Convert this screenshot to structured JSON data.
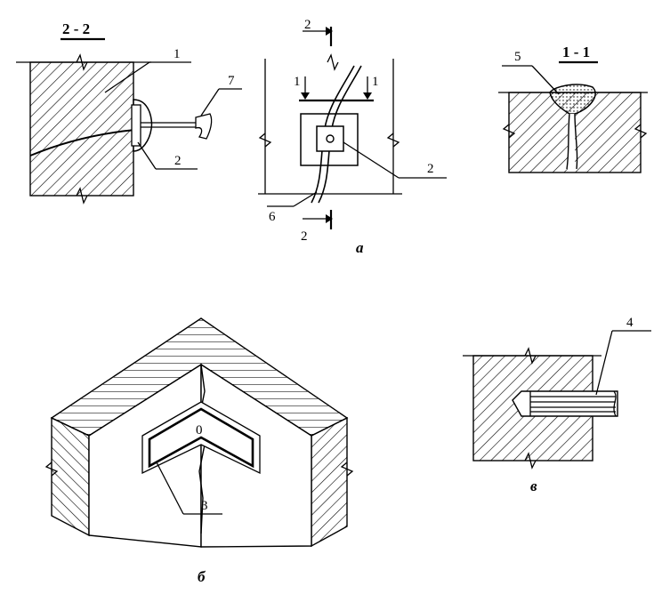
{
  "labels": {
    "sec22_title": "2 - 2",
    "sec11_title": "1 - 1",
    "n1_left": "1",
    "n7": "7",
    "n2_left": "2",
    "n2_top": "2",
    "n2_bottom": "2",
    "n1_a": "1",
    "n1_b": "1",
    "n2_mid": "2",
    "n6": "6",
    "n5": "5",
    "n4": "4",
    "n3": "3",
    "n0": "0"
  },
  "captions": {
    "a": "а",
    "b": "б",
    "v": "в"
  }
}
